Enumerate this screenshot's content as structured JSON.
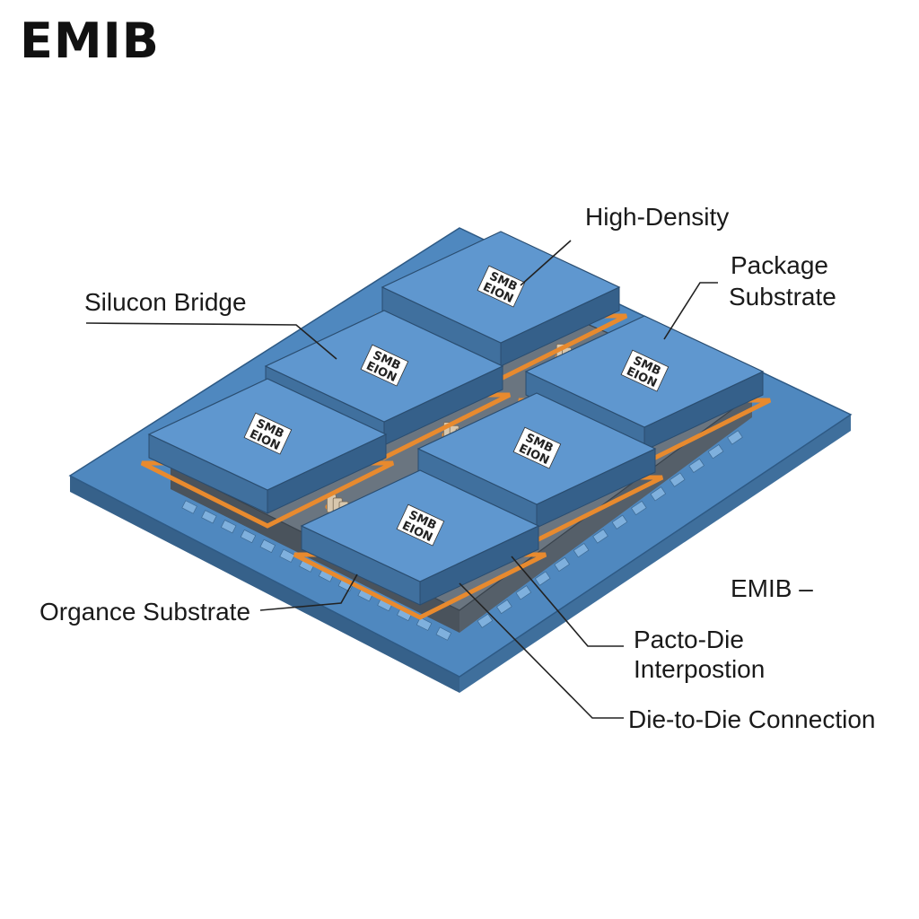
{
  "title": "EMIB",
  "colors": {
    "substrate_top": "#4f88bf",
    "substrate_side": "#3f6f9c",
    "die_top": "#5f97cf",
    "die_side": "#40709e",
    "bridge_orange": "#e88a2e",
    "connector_beige": "#d8c7ad",
    "inner_dark": "#5a6470"
  },
  "callouts": {
    "high_density": "High-Density",
    "package_substrate_1": "Package",
    "package_substrate_2": "Substrate",
    "silicon_bridge": "Silucon Bridge",
    "organic_substrate": "Organce Substrate",
    "emib_marker": "EMIB –",
    "pacto_die_1": "Pacto-Die",
    "pacto_die_2": "Interpostion",
    "die_to_die": "Die-to-Die Connection"
  },
  "chips": [
    {
      "line1": "SMB",
      "line2": "EION"
    },
    {
      "line1": "SMB",
      "line2": "EION"
    },
    {
      "line1": "SMB",
      "line2": "EION"
    },
    {
      "line1": "SMB",
      "line2": "EION"
    },
    {
      "line1": "SMB",
      "line2": "EION"
    },
    {
      "line1": "SMB",
      "line2": "EION"
    }
  ]
}
